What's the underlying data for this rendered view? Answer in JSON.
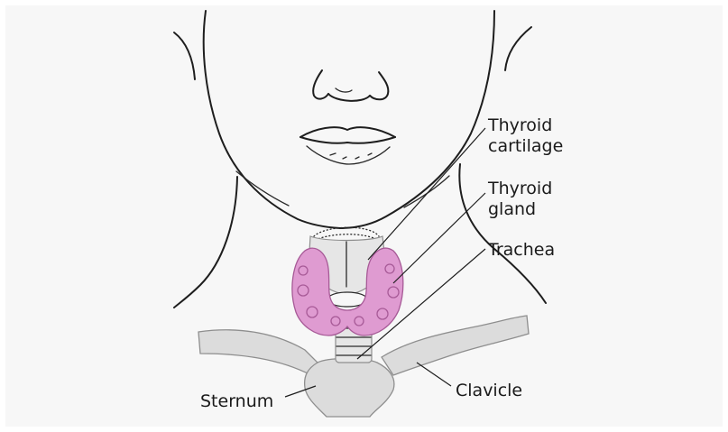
{
  "labels": {
    "thyroid_cartilage": [
      "Thyroid",
      "cartilage"
    ],
    "thyroid_gland": [
      "Thyroid",
      "gland"
    ],
    "trachea": "Trachea",
    "clavicle": "Clavicle",
    "sternum": "Sternum"
  },
  "colors": {
    "gland": "#df9bd1",
    "bone": "#dcdcdc",
    "background": "#f7f7f7"
  }
}
